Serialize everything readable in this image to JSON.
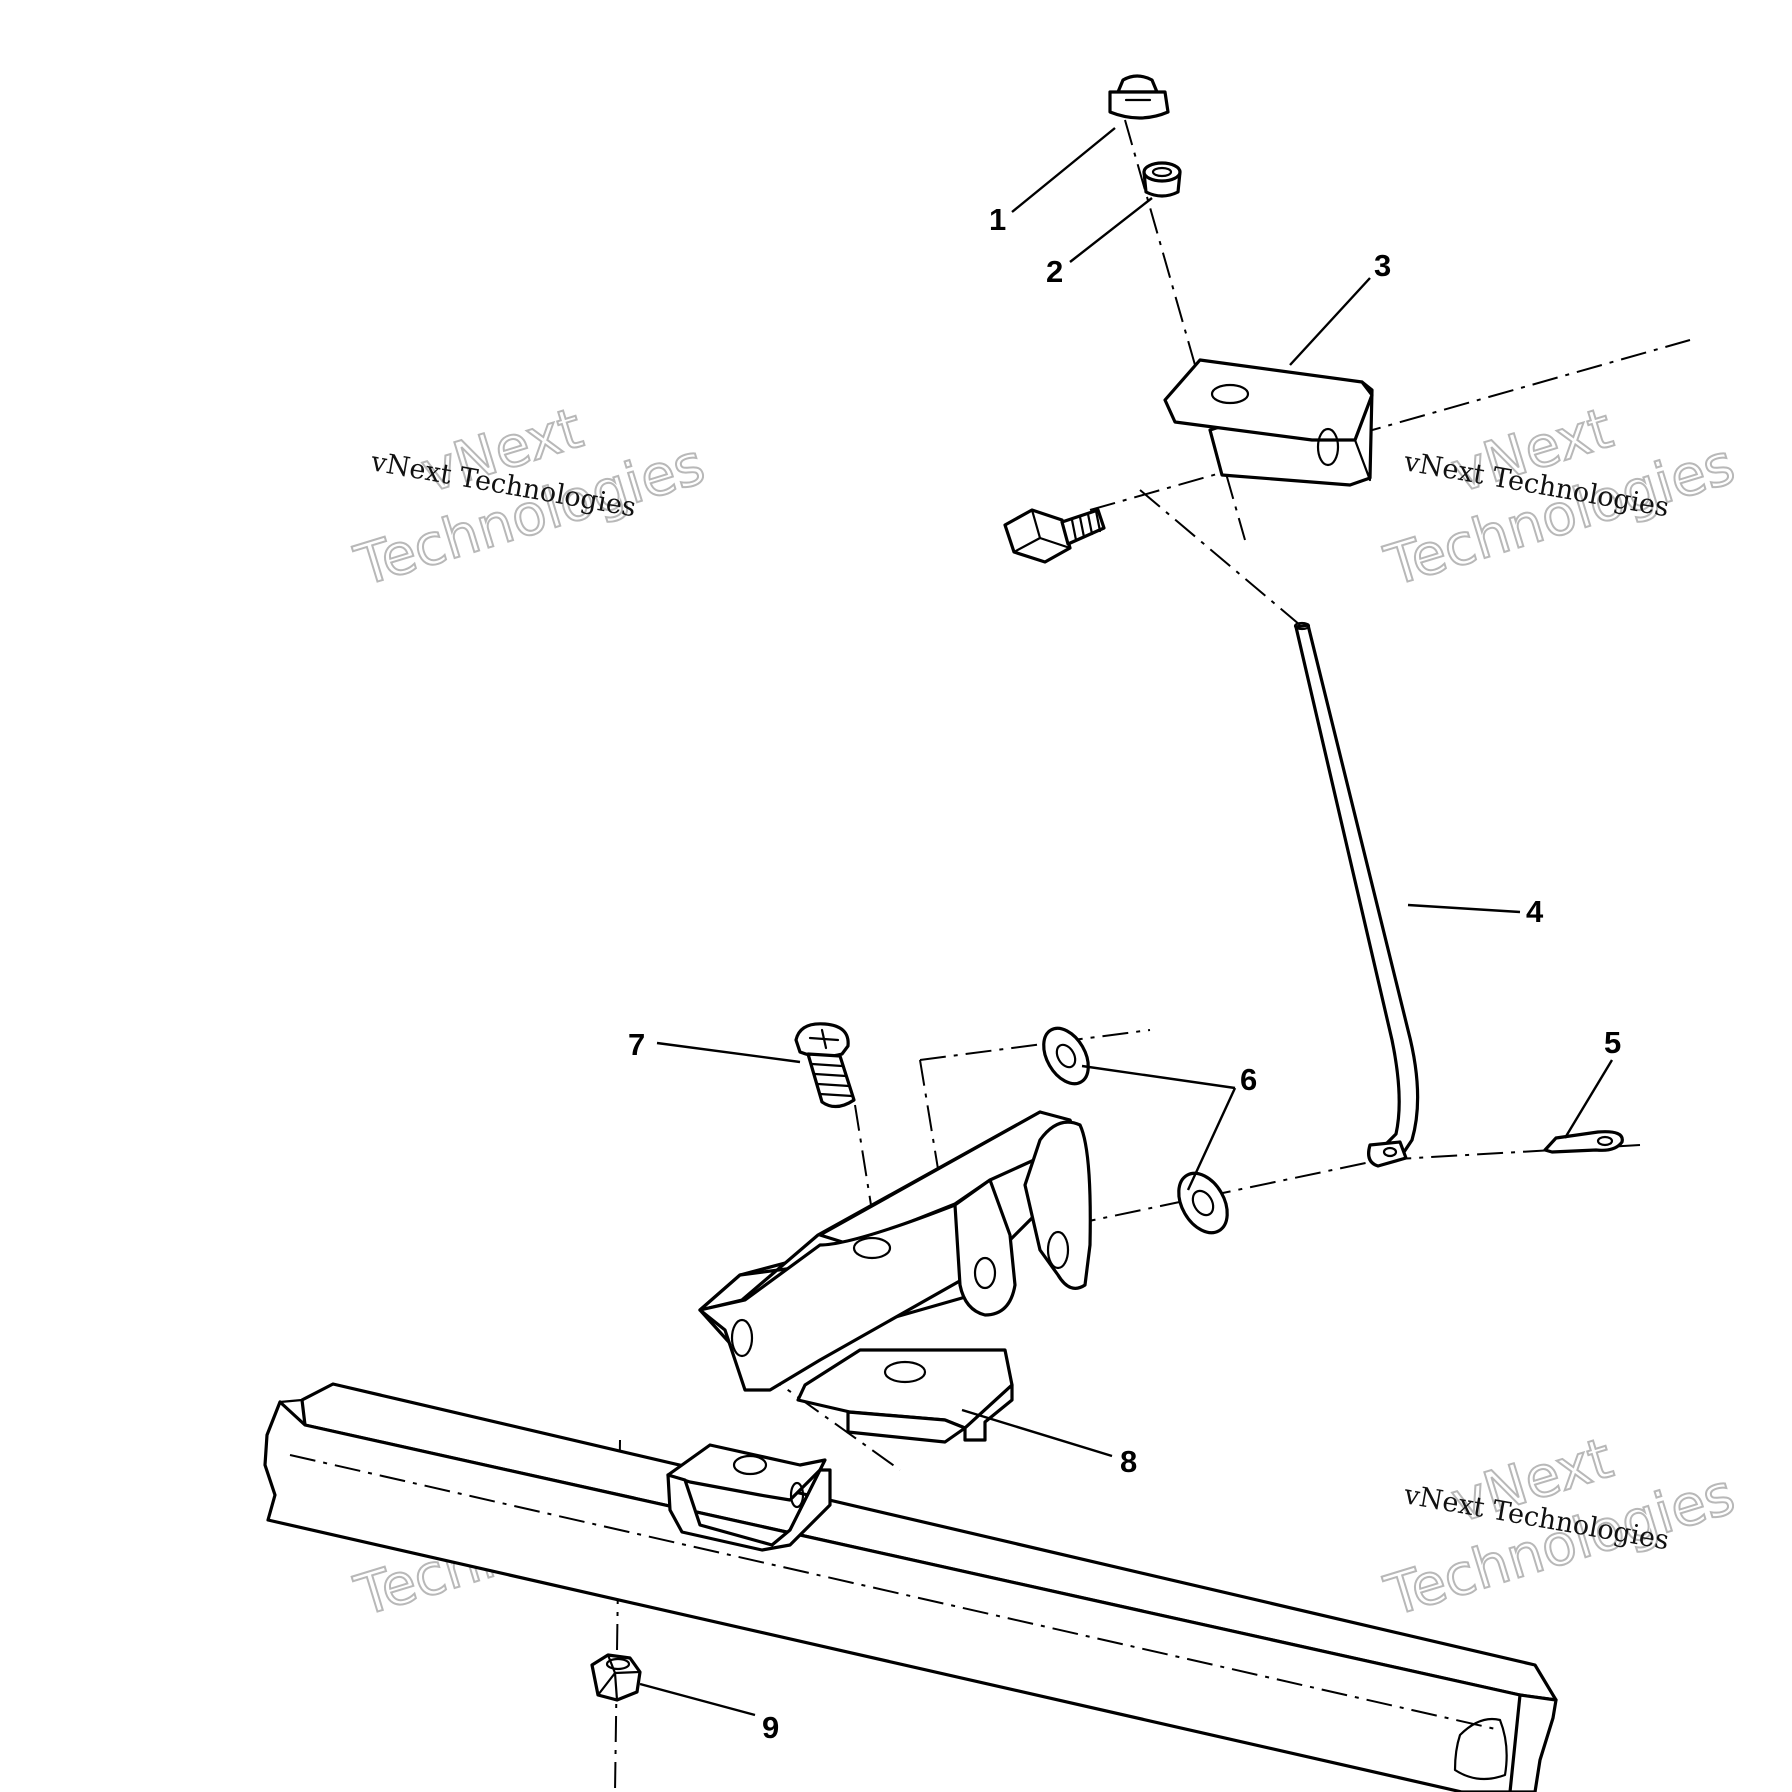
{
  "callouts": {
    "c1": "1",
    "c2": "2",
    "c3": "3",
    "c4": "4",
    "c5": "5",
    "c6": "6",
    "c7": "7",
    "c8": "8",
    "c9": "9"
  },
  "watermark": {
    "line_small": "vNext Technologies",
    "line_big_1": "vNext",
    "line_big_2": "Technologies"
  },
  "colors": {
    "ink": "#000000",
    "paper": "#ffffff",
    "watermark": "#b8b8b8"
  }
}
